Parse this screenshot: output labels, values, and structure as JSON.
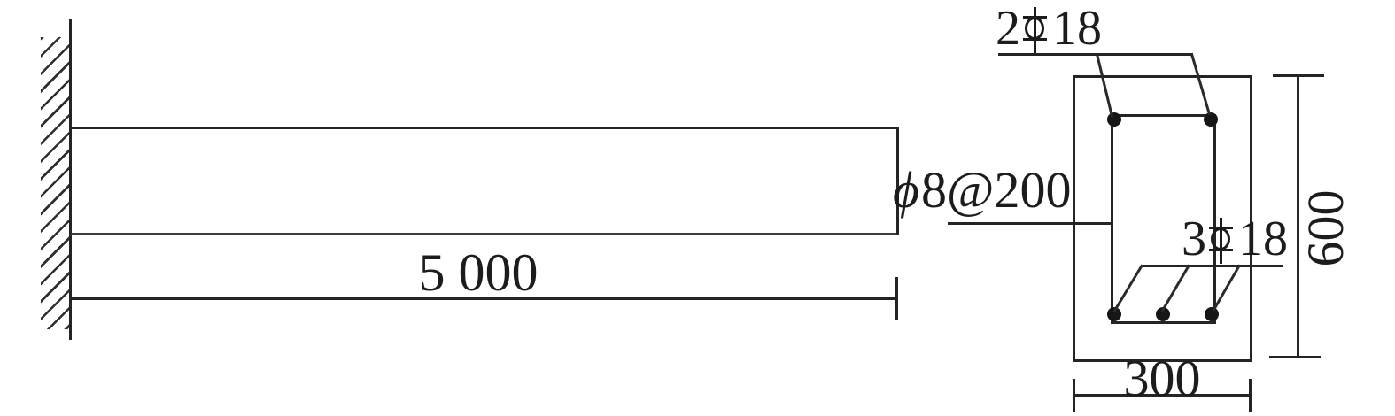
{
  "elevation": {
    "span_dimension": "5 000",
    "stirrup_phi": "ϕ",
    "stirrup_spec": "8@200"
  },
  "section": {
    "top_bars": {
      "count": "2",
      "diameter": "18"
    },
    "bottom_bars": {
      "count": "3",
      "diameter": "18"
    },
    "width_dimension": "300",
    "height_dimension": "600",
    "rebar_grade_icon": "phi-double-crossbar-icon",
    "stirrup_icon": "italic-phi-icon"
  },
  "colors": {
    "ink": "#1c1c1c",
    "background": "#ffffff"
  }
}
